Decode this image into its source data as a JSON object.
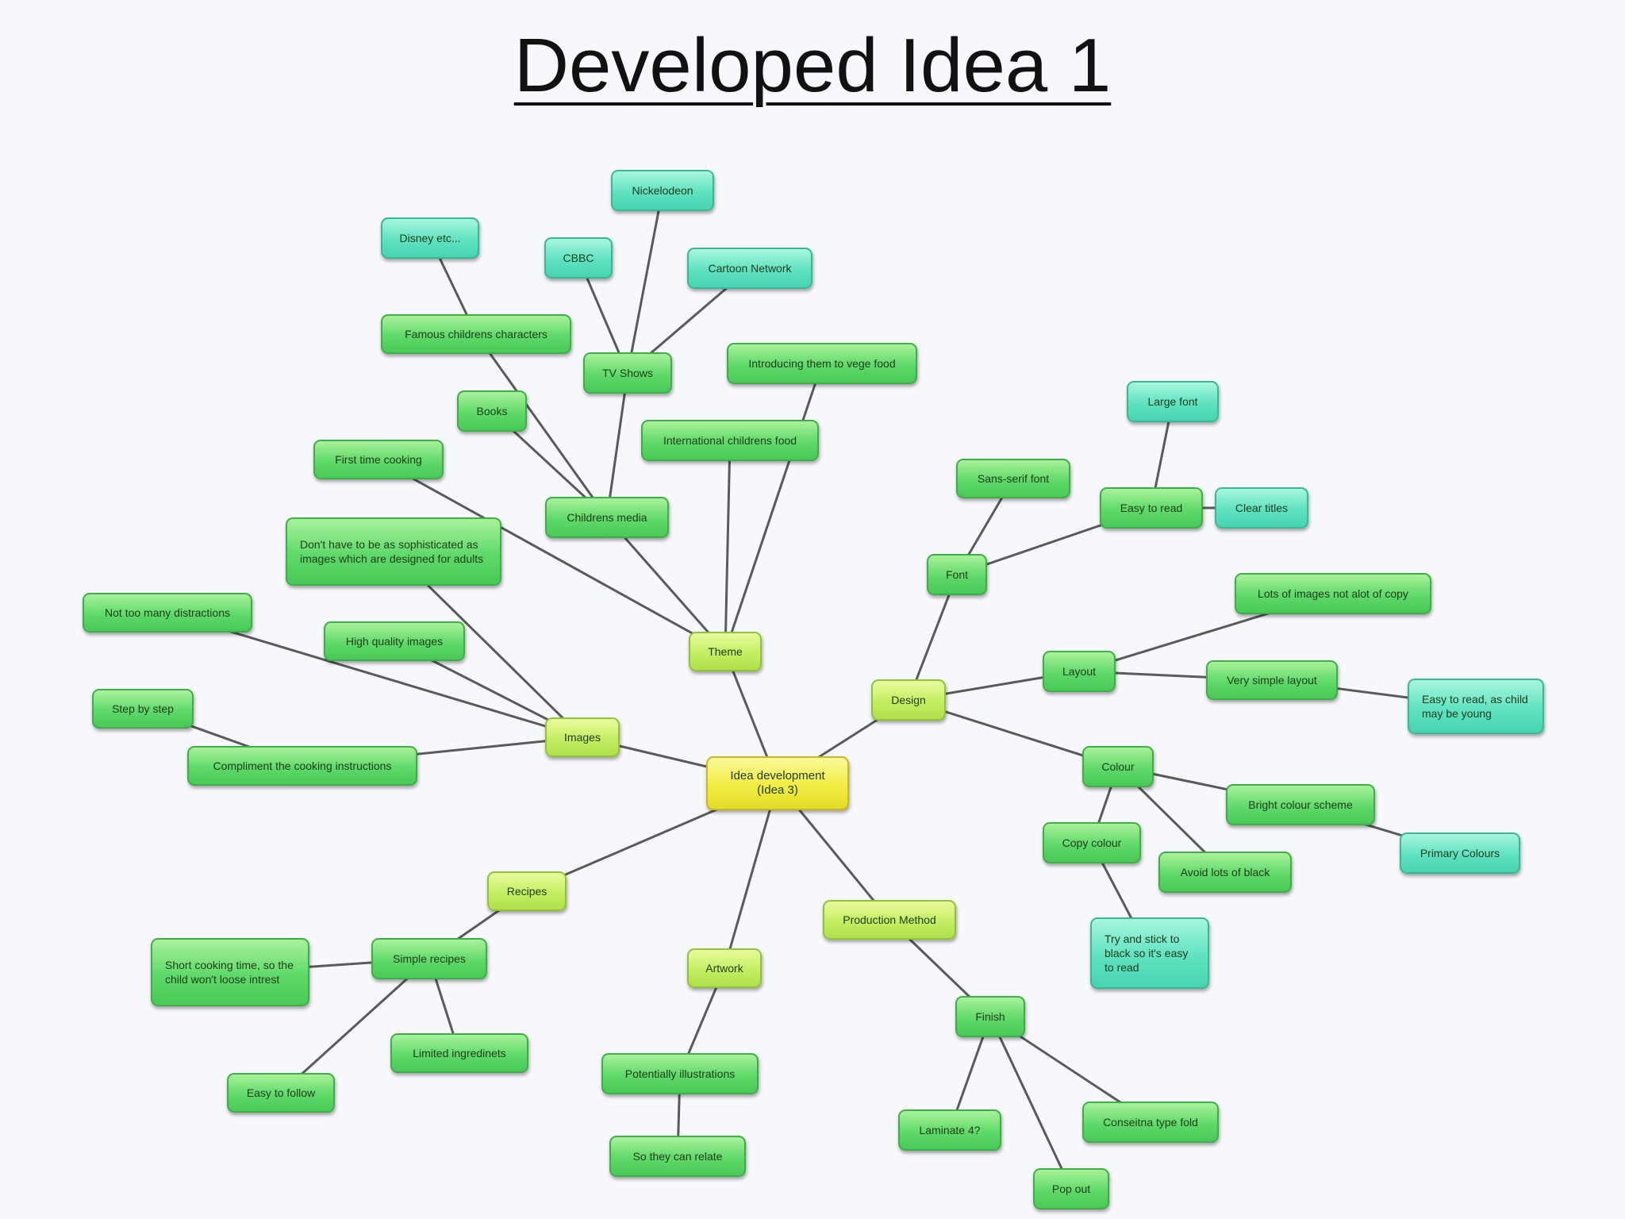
{
  "title": "Developed Idea 1",
  "nodes": {
    "central": "Idea development\n(Idea 3)",
    "theme": "Theme",
    "design": "Design",
    "images": "Images",
    "recipes": "Recipes",
    "artwork": "Artwork",
    "production_method": "Production Method",
    "childrens_media": "Childrens media",
    "tv_shows": "TV Shows",
    "nickelodeon": "Nickelodeon",
    "cbbc": "CBBC",
    "cartoon_network": "Cartoon Network",
    "famous_characters": "Famous childrens characters",
    "disney": "Disney etc...",
    "books": "Books",
    "first_time_cooking": "First time cooking",
    "introducing_veg": "Introducing them to vege food",
    "international_food": "International childrens food",
    "not_sophisticated": "Don't have to be as sophisticated as images which are designed for adults",
    "not_too_many": "Not too many distractions",
    "high_quality": "High quality images",
    "step_by_step": "Step by step",
    "compliment": "Compliment the cooking instructions",
    "font": "Font",
    "sans_serif": "Sans-serif font",
    "easy_to_read": "Easy to read",
    "large_font": "Large font",
    "clear_titles": "Clear titles",
    "layout": "Layout",
    "lots_of_images": "Lots of images not alot of copy",
    "very_simple_layout": "Very simple layout",
    "easy_young": "Easy to read, as child may be young",
    "colour": "Colour",
    "bright_scheme": "Bright colour scheme",
    "primary_colours": "Primary Colours",
    "copy_colour": "Copy colour",
    "avoid_black": "Avoid lots of black",
    "try_stick_black": "Try and stick to black so it's easy to read",
    "simple_recipes": "Simple recipes",
    "short_cooking": "Short cooking time, so the child won't loose intrest",
    "limited_ingredients": "Limited ingredinets",
    "easy_follow": "Easy to follow",
    "potentially_illustrations": "Potentially illustrations",
    "they_can_relate": "So they can relate",
    "finish": "Finish",
    "laminate": "Laminate 4?",
    "concertina": "Conseitna type fold",
    "pop_out": "Pop out"
  }
}
